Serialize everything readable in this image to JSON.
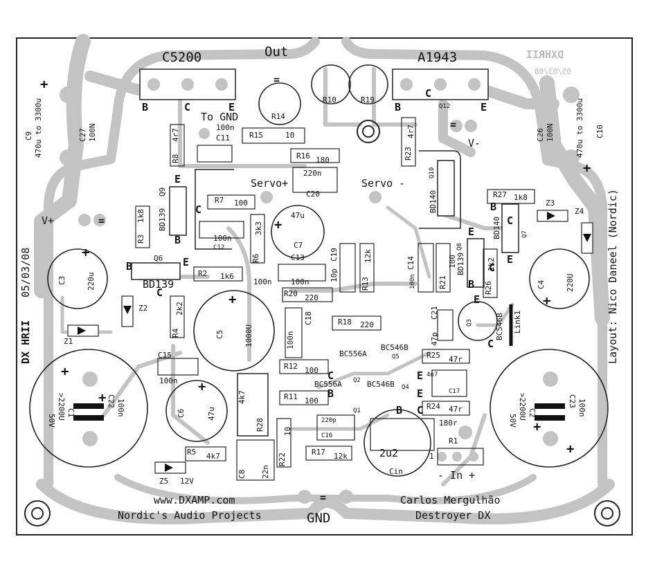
{
  "board": {
    "colors": {
      "trace": "#c3c3c3",
      "ink": "#111111",
      "background": "#ffffff",
      "ghost": "#bdbdbd"
    },
    "title_vertical": "DX HRII",
    "date_vertical": "05/03/08",
    "mirror_title": "DXHRII",
    "mirror_date": "05/03/08",
    "layout_credit": "Layout: Nico Daneel (Nordic)",
    "website": "www.DXAMP.com",
    "projects": "Nordic's Audio Projects",
    "author": "Carlos Mergulhão",
    "project_name": "Destroyer DX",
    "gnd": "GND",
    "input": "- In +",
    "out": "Out",
    "to_gnd": "To GND",
    "vplus": "V+",
    "vminus": "V-",
    "servo_plus": "Servo+",
    "servo_minus": "Servo -",
    "plus": "+",
    "minus": "-",
    "eq": "="
  },
  "transistors": {
    "c5200": {
      "name": "C5200",
      "pins": [
        "B",
        "C",
        "E"
      ]
    },
    "a1943": {
      "name": "A1943",
      "pins": [
        "B",
        "C",
        "E"
      ],
      "tab": "C",
      "ref": "Q12"
    },
    "q9": {
      "ref": "Q9",
      "part": "BD139",
      "pins": [
        "E",
        "C",
        "B"
      ]
    },
    "q10": {
      "ref": "Q10",
      "part": "BD140"
    },
    "q6": {
      "ref": "Q6",
      "part": "BD139",
      "pins": [
        "B",
        "E",
        "C"
      ]
    },
    "q7": {
      "ref": "Q7",
      "part": "BD140",
      "pins": [
        "B",
        "C",
        "E"
      ]
    },
    "q8": {
      "ref": "Q8",
      "part": "BD139",
      "pins": [
        "E",
        "C",
        "B"
      ]
    },
    "q3": {
      "ref": "Q3",
      "part": "BC546B",
      "pins": [
        "E",
        "C"
      ]
    },
    "q5": {
      "ref": "Q5",
      "part": "BC546B"
    },
    "q4": {
      "ref": "Q4",
      "part": "BC546B"
    },
    "q1": {
      "ref": "Q1",
      "part": "BC556A"
    },
    "q2": {
      "ref": "Q2",
      "part": "BC556A"
    },
    "diff_pins": [
      "C",
      "B",
      "E",
      "E",
      "B",
      "C"
    ]
  },
  "resistors": {
    "r1": {
      "ref": "R1",
      "val": "180r"
    },
    "r2": {
      "ref": "R2",
      "val": "1k6"
    },
    "r3": {
      "ref": "R3",
      "val": "1k8"
    },
    "r4": {
      "ref": "R4",
      "val": "2k2"
    },
    "r5": {
      "ref": "R5",
      "val": "4k7"
    },
    "r6": {
      "ref": "R6",
      "val": "3k3"
    },
    "r7": {
      "ref": "R7",
      "val": "100"
    },
    "r8": {
      "ref": "R8",
      "val": "4r7"
    },
    "r10": {
      "ref": "R10"
    },
    "r11": {
      "ref": "R11",
      "val": "100"
    },
    "r12": {
      "ref": "R12",
      "val": "100"
    },
    "r13": {
      "ref": "R13",
      "val": "12k"
    },
    "r14": {
      "ref": "R14"
    },
    "r15": {
      "ref": "R15",
      "val": "10"
    },
    "r16": {
      "ref": "R16",
      "val": "180"
    },
    "r17": {
      "ref": "R17",
      "val": "12k"
    },
    "r18": {
      "ref": "R18",
      "val": "220"
    },
    "r19": {
      "ref": "R19"
    },
    "r20": {
      "ref": "R20",
      "val": "220"
    },
    "r21": {
      "ref": "R21",
      "val": "100"
    },
    "r22": {
      "ref": "R22",
      "val": "10"
    },
    "r23": {
      "ref": "R23",
      "val": "4r7"
    },
    "r24": {
      "ref": "R24",
      "val": "47r"
    },
    "r25": {
      "ref": "R25",
      "val": "47r"
    },
    "r26": {
      "ref": "R26",
      "val": "1k2"
    },
    "r27": {
      "ref": "R27",
      "val": "1k8"
    },
    "r28": {
      "ref": "R28",
      "val": "4k7"
    }
  },
  "capacitors": {
    "c1": {
      "ref": "C1",
      "val": ">2200U",
      "volt": "50V"
    },
    "c2": {
      "ref": "C2",
      "val": ">2200U",
      "volt": "50V"
    },
    "c3": {
      "ref": "C3",
      "val": "220u"
    },
    "c4": {
      "ref": "C4",
      "val": "220U"
    },
    "c5": {
      "ref": "C5",
      "val": "1000U"
    },
    "c6": {
      "ref": "C6",
      "val": "47u"
    },
    "c7": {
      "ref": "C7",
      "val": "47u"
    },
    "c8": {
      "ref": "C8",
      "val": "22n"
    },
    "c9": {
      "ref": "C9",
      "val": "470u to 3300u"
    },
    "c10": {
      "ref": "C10",
      "val": "470u to 3300u"
    },
    "c11": {
      "ref": "C11",
      "val": "100n"
    },
    "c12": {
      "ref": "C12",
      "val": "100n"
    },
    "c13": {
      "ref": "C13",
      "val": "100n"
    },
    "c14": {
      "ref": "C14",
      "val": "100n"
    },
    "c15": {
      "ref": "C15",
      "val": "100n"
    },
    "c16": {
      "ref": "C16",
      "val": "220p"
    },
    "c17": {
      "ref": "C17",
      "val": "4n7"
    },
    "c18": {
      "ref": "C18",
      "val": "100n"
    },
    "c19": {
      "ref": "C19",
      "val": "10p"
    },
    "c20": {
      "ref": "C20",
      "val": "220n"
    },
    "c21": {
      "ref": "C21",
      "val": "47p"
    },
    "c22": {
      "ref": "C22",
      "val": "100n"
    },
    "c23": {
      "ref": "C23",
      "val": "100n"
    },
    "c26": {
      "ref": "C26",
      "val": "100N"
    },
    "c27": {
      "ref": "C27",
      "val": "100N"
    },
    "cin": {
      "ref": "Cin",
      "val": "2u2"
    }
  },
  "diodes": {
    "z1": {
      "ref": "Z1"
    },
    "z2": {
      "ref": "Z2"
    },
    "z3": {
      "ref": "Z3"
    },
    "z4": {
      "ref": "Z4"
    },
    "z5": {
      "ref": "Z5",
      "val": "12V"
    }
  },
  "links": {
    "link1": "Link1",
    "pin1": "1"
  }
}
